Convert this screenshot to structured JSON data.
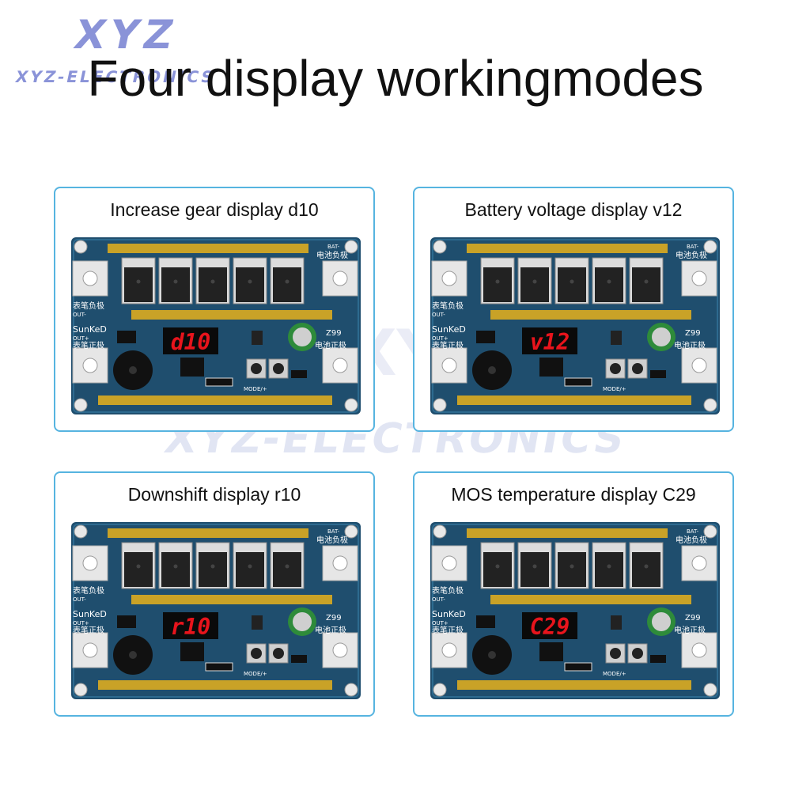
{
  "brand": {
    "logo_main": "XYZ",
    "logo_sub": "XYZ-ELECTRONICS",
    "color": "#8a93d8"
  },
  "title": "Four display workingmodes",
  "watermark": {
    "main": "XYZ-ELECTRONICS",
    "short": "XYZ"
  },
  "colors": {
    "panel_border": "#56b4e0",
    "pcb": "#1f4e6e",
    "copper": "#c9a227",
    "segment": "#e8141c"
  },
  "board": {
    "label_bat": "BAT-",
    "label_battery_negative": "电池负极",
    "label_battery_positive": "电池正极",
    "label_out_minus": "OUT-",
    "label_out_plus": "OUT+",
    "label_probe_negative": "表笔负极",
    "label_probe_positive": "表笔正极",
    "label_brand": "SunKeD",
    "label_model": "Z99",
    "label_mode": "MODE/+"
  },
  "panels": [
    {
      "caption": "Increase gear display d10",
      "display": "d10"
    },
    {
      "caption": "Battery voltage display v12",
      "display": "v12"
    },
    {
      "caption": "Downshift display r10",
      "display": "r10"
    },
    {
      "caption": "MOS temperature display C29",
      "display": "C29"
    }
  ]
}
